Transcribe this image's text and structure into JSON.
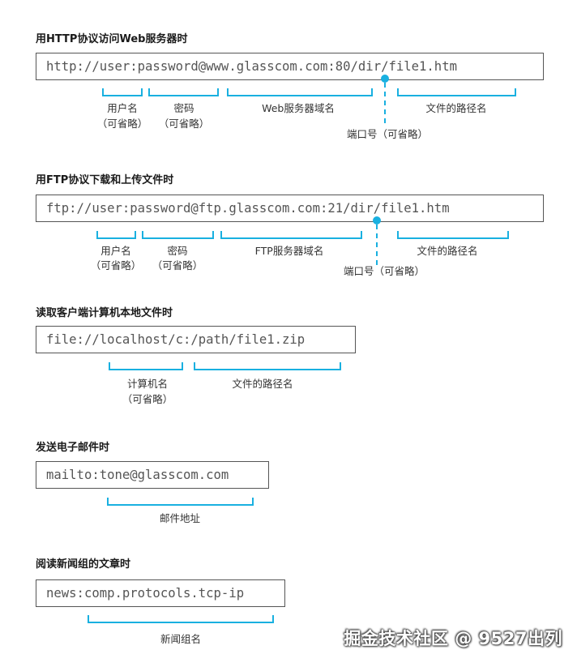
{
  "sections": {
    "http": {
      "title": "用HTTP协议访问Web服务器时",
      "url": "http://user:password@www.glasscom.com:80/dir/file1.htm",
      "labels": {
        "user_name": "用户名",
        "user_optional": "（可省略）",
        "password": "密码",
        "password_optional": "（可省略）",
        "server_domain": "Web服务器域名",
        "port": "端口号（可省略）",
        "file_path": "文件的路径名"
      }
    },
    "ftp": {
      "title": "用FTP协议下载和上传文件时",
      "url": "ftp://user:password@ftp.glasscom.com:21/dir/file1.htm",
      "labels": {
        "user_name": "用户名",
        "user_optional": "（可省略）",
        "password": "密码",
        "password_optional": "（可省略）",
        "server_domain": "FTP服务器域名",
        "port": "端口号（可省略）",
        "file_path": "文件的路径名"
      }
    },
    "file": {
      "title": "读取客户端计算机本地文件时",
      "url": "file://localhost/c:/path/file1.zip",
      "labels": {
        "computer_name": "计算机名",
        "computer_optional": "（可省略）",
        "file_path": "文件的路径名"
      }
    },
    "mailto": {
      "title": "发送电子邮件时",
      "url": "mailto:tone@glasscom.com",
      "labels": {
        "mail_address": "邮件地址"
      }
    },
    "news": {
      "title": "阅读新闻组的文章时",
      "url": "news:comp.protocols.tcp-ip",
      "labels": {
        "newsgroup_name": "新闻组名"
      }
    }
  },
  "watermark": "掘金技术社区 @ 9527出列",
  "colors": {
    "bracket": "#19b0e0",
    "border": "#555555",
    "url_text": "#555555"
  }
}
